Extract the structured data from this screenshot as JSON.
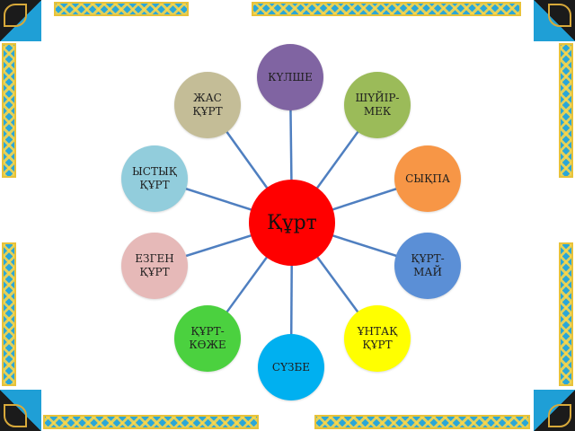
{
  "diagram": {
    "center": {
      "label": "Құрт",
      "color": "#ff0000"
    },
    "nodes": [
      {
        "label": "КҮЛШЕ",
        "color": "#8064a2"
      },
      {
        "label": "ШҮЙІР-МЕК",
        "color": "#9bbb59"
      },
      {
        "label": "СЫҚПА",
        "color": "#f79646"
      },
      {
        "label": "ҚҰРТ-МАЙ",
        "color": "#5b8fd6"
      },
      {
        "label": "ҰНТАҚ ҚҰРТ",
        "color": "#ffff00"
      },
      {
        "label": "СҮЗБЕ",
        "color": "#00b0f0"
      },
      {
        "label": "ҚҰРТ-КӨЖЕ",
        "color": "#4bd13f"
      },
      {
        "label": "ЕЗГЕН ҚҰРТ",
        "color": "#e6b9b8"
      },
      {
        "label": "ЫСТЫҚ ҚҰРТ",
        "color": "#92cddc"
      },
      {
        "label": "ЖАС ҚҰРТ",
        "color": "#c4bd97"
      }
    ],
    "connector_color": "#4f7fc0"
  },
  "frame": {
    "border_color": "#2aa7d8",
    "accent_color": "#e8c23a"
  }
}
